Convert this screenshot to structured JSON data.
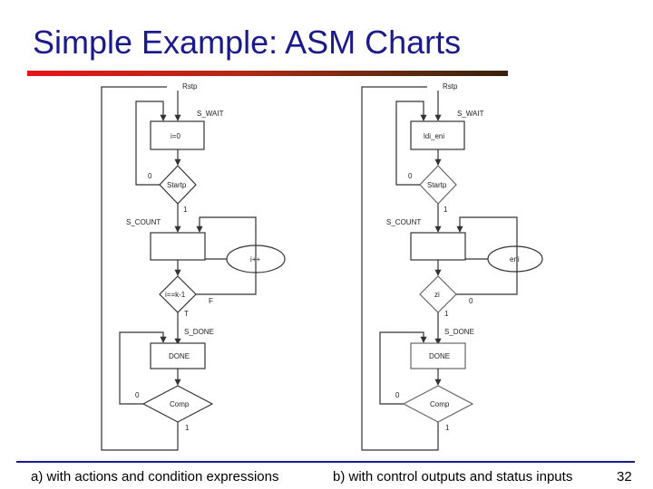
{
  "slide": {
    "title": "Simple Example: ASM Charts",
    "caption_a": "a) with actions and condition expressions",
    "caption_b": "b) with control outputs and status inputs",
    "page_number": "32"
  },
  "diagram_a": {
    "reset": "Rstp",
    "state_wait": "S_WAIT",
    "wait_action": "i=0",
    "decision_start": "Startp",
    "start_zero": "0",
    "start_one": "1",
    "state_count": "S_COUNT",
    "count_action": "i++",
    "decision_count": "i==k-1",
    "count_false": "F",
    "count_true": "T",
    "state_done": "S_DONE",
    "done_box": "DONE",
    "decision_comp": "Comp",
    "comp_zero": "0",
    "comp_one": "1"
  },
  "diagram_b": {
    "reset": "Rstp",
    "state_wait": "S_WAIT",
    "wait_action": "ldi_eni",
    "decision_start": "Startp",
    "start_zero": "0",
    "start_one": "1",
    "state_count": "S_COUNT",
    "count_action": "eni",
    "decision_count": "zi",
    "count_zero": "0",
    "count_one": "1",
    "state_done": "S_DONE",
    "done_box": "DONE",
    "decision_comp": "Comp",
    "comp_zero": "0",
    "comp_one": "1"
  }
}
